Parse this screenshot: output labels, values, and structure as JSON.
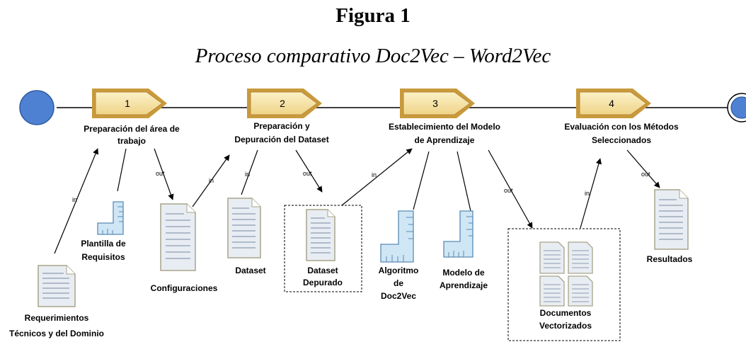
{
  "figure": {
    "number": "Figura 1",
    "title": "Proceso comparativo Doc2Vec – Word2Vec"
  },
  "steps": [
    {
      "number": "1",
      "label": [
        "Preparación del área de",
        "trabajo"
      ]
    },
    {
      "number": "2",
      "label": [
        "Preparación  y",
        "Depuración del Dataset"
      ]
    },
    {
      "number": "3",
      "label": [
        "Establecimiento del Modelo",
        "de Aprendizaje"
      ]
    },
    {
      "number": "4",
      "label": [
        "Evaluación con los Métodos",
        "Seleccionados"
      ]
    }
  ],
  "artifacts": {
    "requerimientos": [
      "Requerimientos",
      "Técnicos y del Dominio"
    ],
    "plantilla": [
      "Plantilla de",
      "Requisitos"
    ],
    "configuraciones": [
      "Configuraciones"
    ],
    "dataset": [
      "Dataset"
    ],
    "dataset_depurado": [
      "Dataset",
      "Depurado"
    ],
    "algoritmo": [
      "Algoritmo",
      "de",
      "Doc2Vec"
    ],
    "modelo": [
      "Modelo de",
      "Aprendizaje"
    ],
    "documentos": [
      "Documentos",
      "Vectorizados"
    ],
    "resultados": [
      "Resultados"
    ]
  },
  "flow_labels": {
    "input": "in",
    "output": "out"
  },
  "colors": {
    "event": "#4f81d3",
    "event_stroke": "#2d5a9e",
    "step_fill": "#f6e3a5",
    "step_stroke": "#b8893a",
    "doc_fill": "#e8edf3",
    "doc_stroke": "#a7a48a",
    "template_fill": "#cfe6f5",
    "template_stroke": "#5b8bb5"
  }
}
